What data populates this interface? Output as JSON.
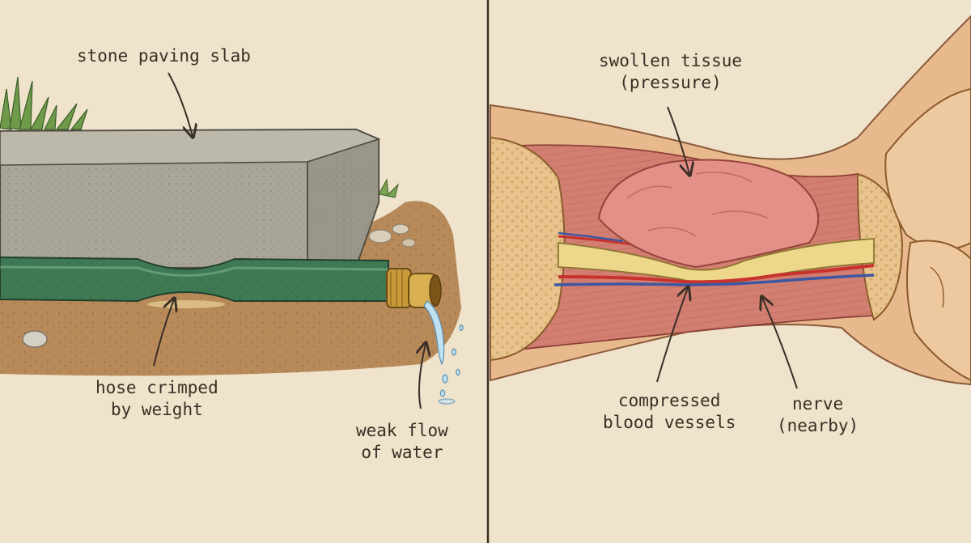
{
  "left_panel": {
    "labels": {
      "slab": "stone paving slab",
      "hose": [
        "hose crimped",
        "by weight"
      ],
      "flow": [
        "weak flow",
        "of water"
      ]
    }
  },
  "right_panel": {
    "labels": {
      "tissue": [
        "swollen tissue",
        "(pressure)"
      ],
      "vessels": [
        "compressed",
        "blood vessels"
      ],
      "nerve": [
        "nerve",
        "(nearby)"
      ]
    }
  },
  "colors": {
    "background": "#efe3cc",
    "hose_green": "#3f7a55",
    "slab_gray": "#a9a597",
    "soil_brown": "#b88a5a",
    "swollen_tissue": "#e39088",
    "nerve_yellow": "#ecd78a",
    "artery_red": "#c8322c",
    "vein_blue": "#3e57a0",
    "ink": "#3a2e25"
  }
}
